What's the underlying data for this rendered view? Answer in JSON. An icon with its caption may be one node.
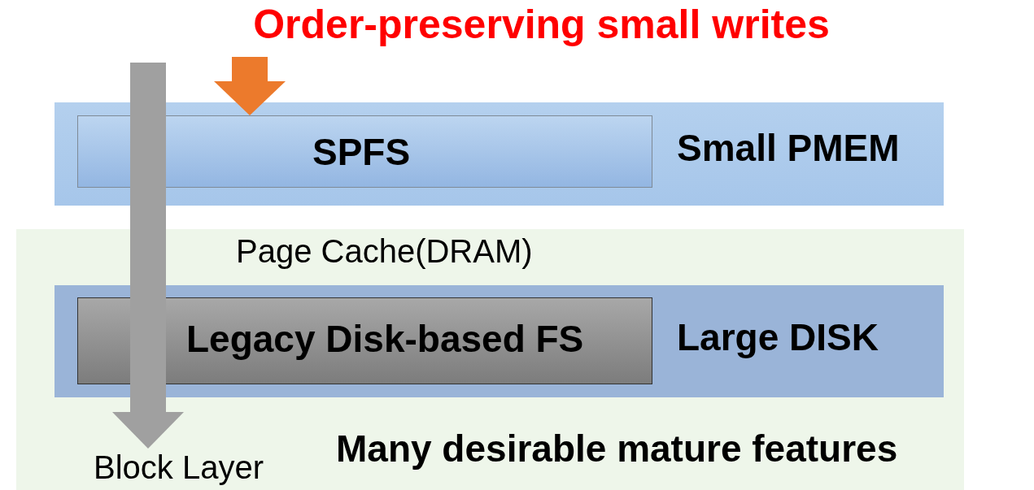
{
  "diagram": {
    "title": "Order-preserving small writes",
    "nodes": [
      {
        "text": [
          "Small PMEM"
        ]
      },
      {
        "text": [
          "SPFS"
        ],
        "in": 0
      },
      {
        "text": [
          "Page Cache(DRAM)",
          "Many desirable mature features"
        ]
      },
      {
        "text": [
          "Large DISK"
        ],
        "in": 2
      },
      {
        "text": [
          "Legacy Disk-based FS"
        ],
        "in": 3
      },
      {
        "text": [
          "Block Layer"
        ],
        "in": 2
      }
    ],
    "edges": [
      {
        "from": null,
        "to": 1,
        "arrow": "to",
        "color": "#ec7a2c"
      },
      {
        "from": null,
        "to": 5,
        "arrow": "to",
        "color": "#a0a0a0"
      }
    ]
  }
}
